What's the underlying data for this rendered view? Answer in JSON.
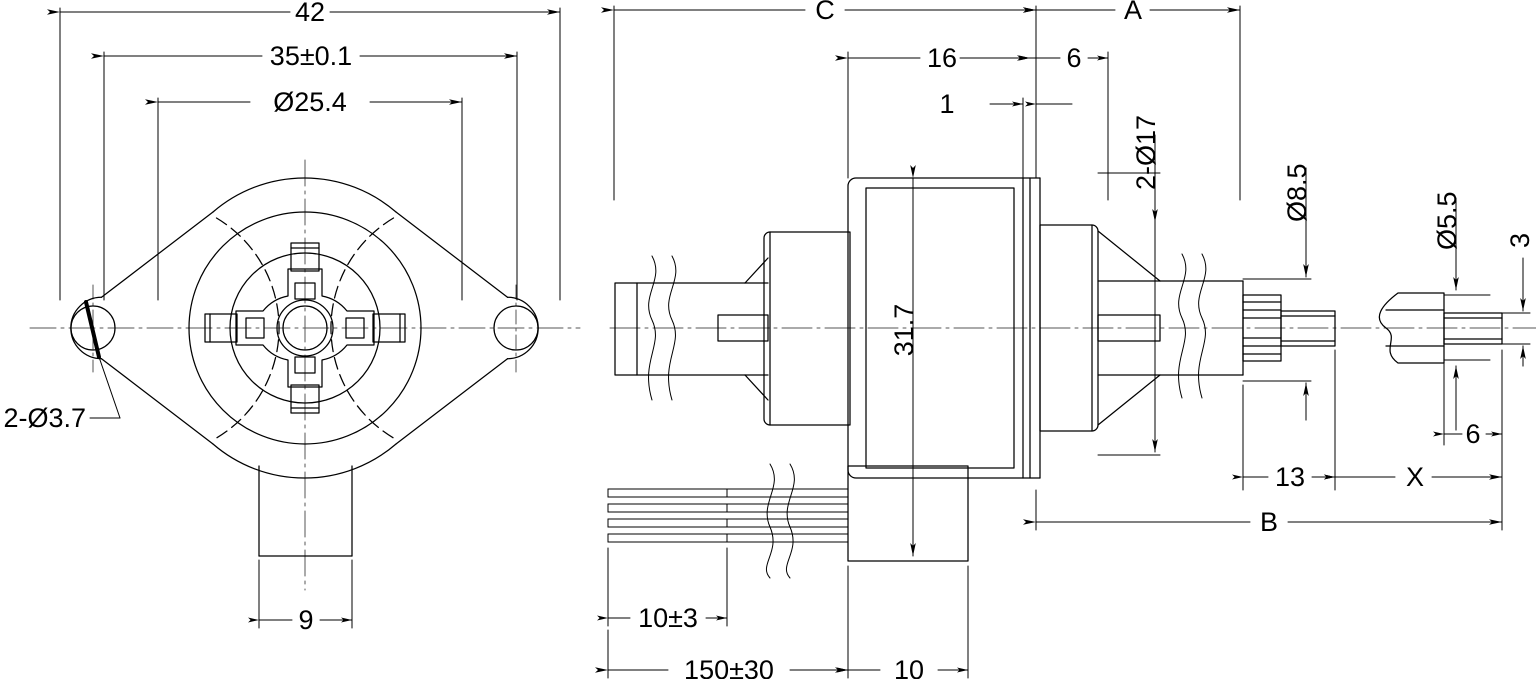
{
  "drawing": {
    "title": "Rotary encoder / servo assembly technical drawing",
    "type": "engineering-drawing",
    "units": "mm",
    "line_color": "#000000",
    "background": "#ffffff",
    "views": [
      {
        "name": "front-view",
        "position": "left"
      },
      {
        "name": "side-section-view",
        "position": "right"
      }
    ]
  },
  "front_view": {
    "dimensions": {
      "overall_width": "42",
      "mounting_hole_pitch": "35±0.1",
      "pilot_diameter": "Ø25.4",
      "mounting_holes": "2-Ø3.7",
      "boss_width": "9"
    }
  },
  "side_view": {
    "dimensions": {
      "length_c": "C",
      "length_a": "A",
      "length_b": "B",
      "length_x": "X",
      "body_len_16": "16",
      "flange_6": "6",
      "step_1": "1",
      "bearing_bores": "2-Ø17",
      "body_height": "31.7",
      "shaft_dia_85": "Ø8.5",
      "shaft_dia_55": "Ø5.5",
      "shaft_flat_3": "3",
      "shaft_len_6": "6",
      "hub_len_13": "13",
      "cable_strip": "10±3",
      "cable_length": "150±30",
      "terminal_box_width": "10"
    }
  }
}
